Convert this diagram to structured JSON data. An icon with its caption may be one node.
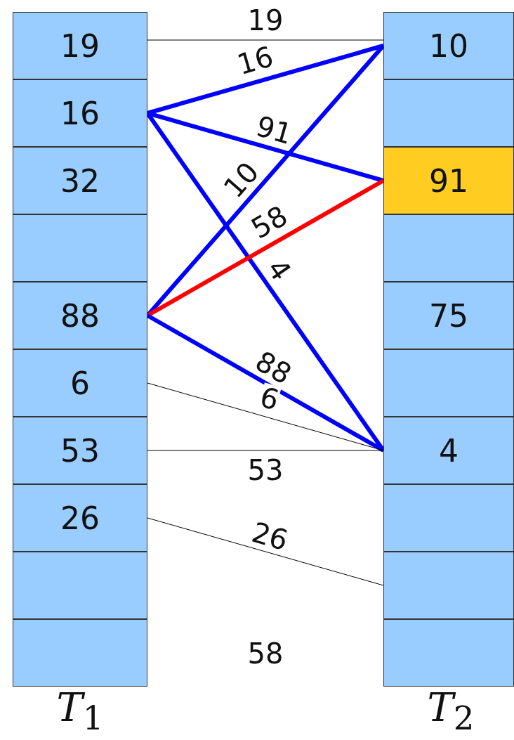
{
  "diagram": {
    "nodes": [
      {
        "text": [
          "19"
        ]
      },
      {
        "text": [
          "16"
        ]
      },
      {
        "text": [
          "32"
        ]
      },
      {
        "text": [],
        "shape": "box"
      },
      {
        "text": [
          "88"
        ]
      },
      {
        "text": [
          "6"
        ]
      },
      {
        "text": [
          "53"
        ]
      },
      {
        "text": [
          "26"
        ]
      },
      {
        "text": [],
        "shape": "box"
      },
      {
        "text": [],
        "shape": "box"
      },
      {
        "text": [
          "10"
        ]
      },
      {
        "text": [],
        "shape": "box"
      },
      {
        "text": [
          "91"
        ]
      },
      {
        "text": [],
        "shape": "box"
      },
      {
        "text": [
          "75"
        ]
      },
      {
        "text": [],
        "shape": "box"
      },
      {
        "text": [
          "4"
        ]
      },
      {
        "text": [],
        "shape": "box"
      },
      {
        "text": [],
        "shape": "box"
      },
      {
        "text": [],
        "shape": "box"
      }
    ],
    "edges": [
      {
        "from": 0,
        "to": 10,
        "arrow": "none",
        "label": "19",
        "color": "#000000"
      },
      {
        "from": 1,
        "to": 10,
        "arrow": "none",
        "label": "16"
      },
      {
        "from": 1,
        "to": 12,
        "arrow": "none",
        "label": "91"
      },
      {
        "from": 1,
        "to": 16,
        "arrow": "none",
        "label": "4"
      },
      {
        "from": 4,
        "to": 10,
        "arrow": "none",
        "label": "10"
      },
      {
        "from": 4,
        "to": 12,
        "arrow": "none",
        "label": "58",
        "color": "#ff0000"
      },
      {
        "from": 4,
        "to": 16,
        "arrow": "none",
        "label": "88"
      },
      {
        "from": 5,
        "to": 16,
        "arrow": "none",
        "label": "6",
        "color": "#000000"
      },
      {
        "from": 6,
        "to": 16,
        "arrow": "none",
        "label": "53",
        "color": "#000000"
      },
      {
        "from": 7,
        "to": 18,
        "arrow": "none",
        "label": "26",
        "color": "#000000"
      }
    ],
    "labels": [
      "58",
      "*T*$_{1}$",
      "*T*$_{2}$"
    ]
  }
}
